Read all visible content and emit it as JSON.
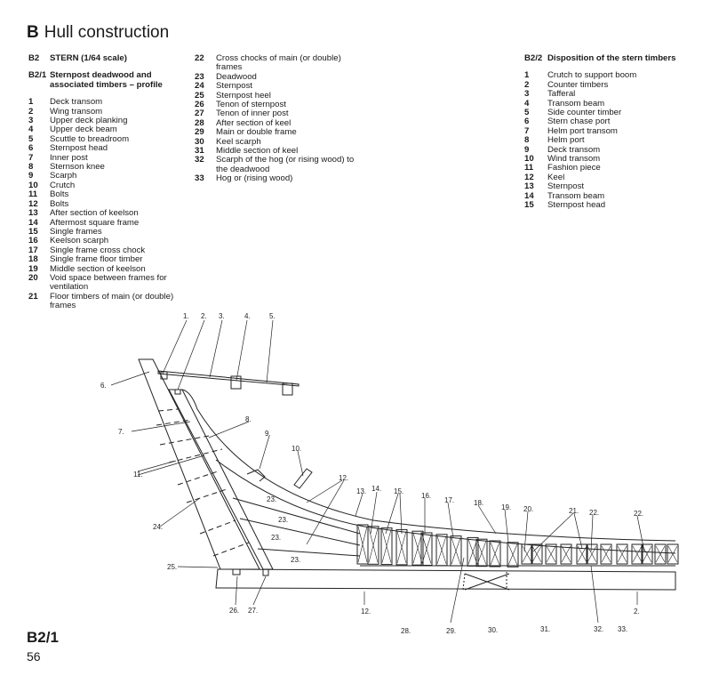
{
  "header": {
    "letter": "B",
    "title": "Hull construction"
  },
  "col1": {
    "section_num": "B2",
    "section_title": "STERN (1/64 scale)",
    "sub_num": "B2/1",
    "sub_title": "Sternpost deadwood and associated timbers – profile",
    "items": [
      {
        "n": "1",
        "t": "Deck transom"
      },
      {
        "n": "2",
        "t": "Wing transom"
      },
      {
        "n": "3",
        "t": "Upper deck planking"
      },
      {
        "n": "4",
        "t": "Upper deck beam"
      },
      {
        "n": "5",
        "t": "Scuttle to breadroom"
      },
      {
        "n": "6",
        "t": "Sternpost head"
      },
      {
        "n": "7",
        "t": "Inner post"
      },
      {
        "n": "8",
        "t": "Sternson knee"
      },
      {
        "n": "9",
        "t": "Scarph"
      },
      {
        "n": "10",
        "t": "Crutch"
      },
      {
        "n": "11",
        "t": "Bolts"
      },
      {
        "n": "12",
        "t": "Bolts"
      },
      {
        "n": "13",
        "t": "After section of keelson"
      },
      {
        "n": "14",
        "t": "Aftermost square frame"
      },
      {
        "n": "15",
        "t": "Single frames"
      },
      {
        "n": "16",
        "t": "Keelson scarph"
      },
      {
        "n": "17",
        "t": "Single frame cross chock"
      },
      {
        "n": "18",
        "t": "Single frame floor timber"
      },
      {
        "n": "19",
        "t": "Middle section of keelson"
      },
      {
        "n": "20",
        "t": "Void space between frames for ventilation"
      },
      {
        "n": "21",
        "t": "Floor timbers of main (or double) frames"
      }
    ]
  },
  "col2": {
    "items": [
      {
        "n": "22",
        "t": "Cross chocks of main (or double) frames"
      },
      {
        "n": "23",
        "t": "Deadwood"
      },
      {
        "n": "24",
        "t": "Sternpost"
      },
      {
        "n": "25",
        "t": "Sternpost heel"
      },
      {
        "n": "26",
        "t": "Tenon of sternpost"
      },
      {
        "n": "27",
        "t": "Tenon of inner post"
      },
      {
        "n": "28",
        "t": "After section of keel"
      },
      {
        "n": "29",
        "t": "Main or double frame"
      },
      {
        "n": "30",
        "t": "Keel scarph"
      },
      {
        "n": "31",
        "t": "Middle section of keel"
      },
      {
        "n": "32",
        "t": "Scarph of the hog (or rising wood) to the deadwood"
      },
      {
        "n": "33",
        "t": "Hog or (rising wood)"
      }
    ]
  },
  "col3": {
    "sub_num": "B2/2",
    "sub_title": "Disposition of the stern timbers",
    "items": [
      {
        "n": "1",
        "t": "Crutch to support boom"
      },
      {
        "n": "2",
        "t": "Counter timbers"
      },
      {
        "n": "3",
        "t": "Tafferal"
      },
      {
        "n": "4",
        "t": "Transom beam"
      },
      {
        "n": "5",
        "t": "Side counter timber"
      },
      {
        "n": "6",
        "t": "Stern chase port"
      },
      {
        "n": "7",
        "t": "Helm port transom"
      },
      {
        "n": "8",
        "t": "Helm port"
      },
      {
        "n": "9",
        "t": "Deck transom"
      },
      {
        "n": "10",
        "t": "Wind transom"
      },
      {
        "n": "11",
        "t": "Fashion piece"
      },
      {
        "n": "12",
        "t": "Keel"
      },
      {
        "n": "13",
        "t": "Sternpost"
      },
      {
        "n": "14",
        "t": "Transom beam"
      },
      {
        "n": "15",
        "t": "Sternpost head"
      }
    ]
  },
  "drawing": {
    "callouts": [
      "1.",
      "2.",
      "3.",
      "4.",
      "5.",
      "6.",
      "7.",
      "8.",
      "9.",
      "10.",
      "11.",
      "12.",
      "13.",
      "14.",
      "15.",
      "16.",
      "17.",
      "18.",
      "19.",
      "20.",
      "21.",
      "22.",
      "22.",
      "23.",
      "23.",
      "23.",
      "23.",
      "24.",
      "25.",
      "26.",
      "27.",
      "28.",
      "29.",
      "30.",
      "31.",
      "32.",
      "33.",
      "12.",
      "2."
    ]
  },
  "footer": {
    "figure": "B2/1",
    "page": "56"
  }
}
